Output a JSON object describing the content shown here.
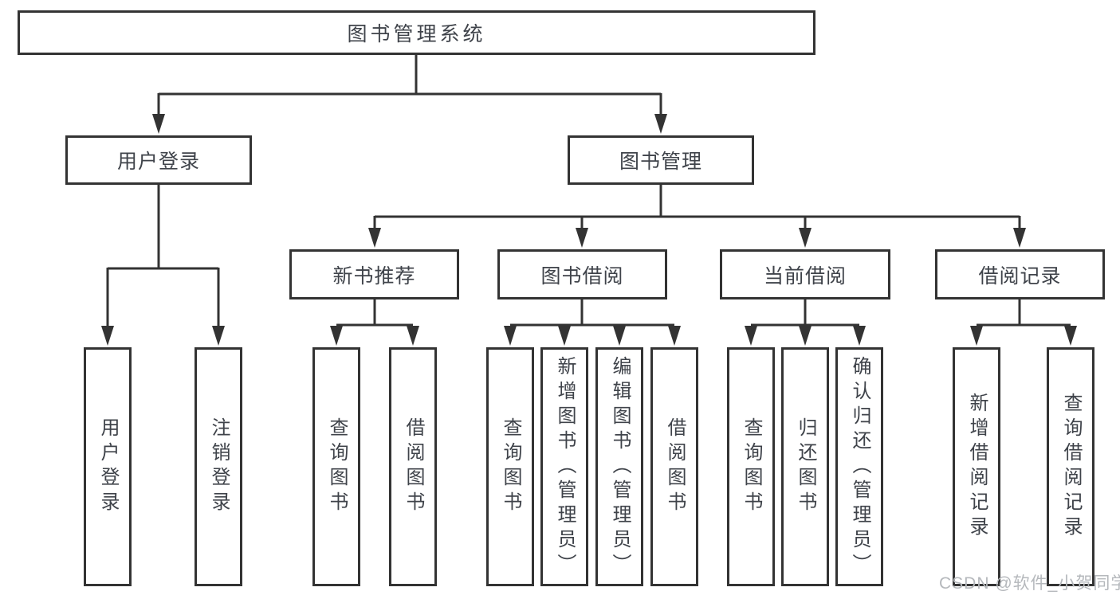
{
  "diagram": {
    "title_node": {
      "label": "图书管理系统"
    },
    "level2": [
      {
        "label": "用户登录"
      },
      {
        "label": "图书管理"
      }
    ],
    "level3": [
      {
        "label": "新书推荐"
      },
      {
        "label": "图书借阅"
      },
      {
        "label": "当前借阅"
      },
      {
        "label": "借阅记录"
      }
    ],
    "leaves": {
      "login": [
        "用户登录",
        "注销登录"
      ],
      "newbook": [
        "查询图书",
        "借阅图书"
      ],
      "borrow": [
        "查询图书",
        "新增图书（管理员）",
        "编辑图书（管理员）",
        "借阅图书"
      ],
      "current": [
        "查询图书",
        "归还图书",
        "确认归还（管理员）"
      ],
      "records": [
        "新增借阅记录",
        "查询借阅记录"
      ]
    },
    "colors": {
      "line": "#333333",
      "text": "#3f434a",
      "box_background": "#ffffff",
      "watermark": "#b5b8bc"
    }
  },
  "watermark": {
    "text": "CSDN @软件_小贺同学"
  }
}
